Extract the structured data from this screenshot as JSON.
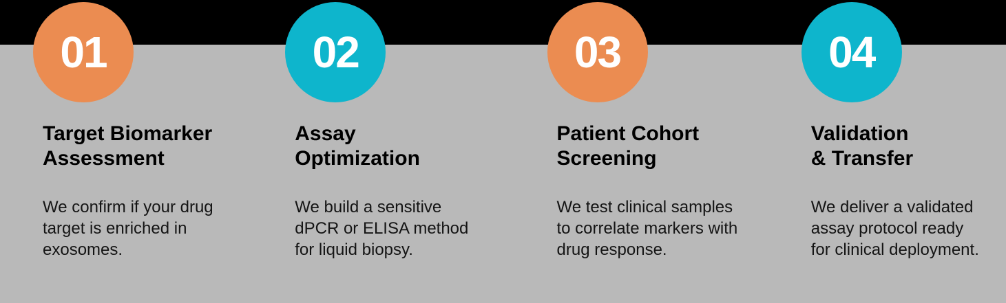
{
  "colors": {
    "background": "#B9B9B9",
    "top_bar": "#000000",
    "step_orange": "#EB8C51",
    "step_teal": "#0EB5CC",
    "number_text": "#FFFFFF",
    "title_text": "#000000",
    "description_text": "#141414"
  },
  "steps": [
    {
      "number": "01",
      "color": "#EB8C51",
      "title": "Target Biomarker\nAssessment",
      "description": "We confirm if your drug\ntarget is enriched in\nexosomes."
    },
    {
      "number": "02",
      "color": "#0EB5CC",
      "title": "Assay\nOptimization",
      "description": "We build a sensitive\ndPCR or ELISA method\nfor liquid biopsy."
    },
    {
      "number": "03",
      "color": "#EB8C51",
      "title": "Patient Cohort\nScreening",
      "description": "We test clinical samples\nto correlate markers with\ndrug response."
    },
    {
      "number": "04",
      "color": "#0EB5CC",
      "title": "Validation\n& Transfer",
      "description": "We deliver a validated\nassay protocol ready\nfor clinical deployment."
    }
  ]
}
